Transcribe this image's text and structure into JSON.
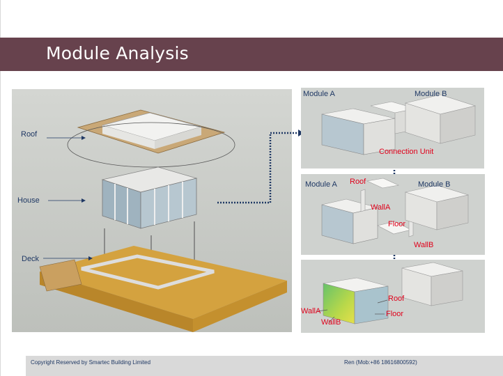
{
  "slide": {
    "title": "Module Analysis"
  },
  "main_diagram": {
    "labels": {
      "roof": "Roof",
      "house": "House",
      "deck": "Deck"
    }
  },
  "panel_a": {
    "module_a": "Module A",
    "module_b": "Module B",
    "connection_unit": "Connection Unit"
  },
  "panel_b": {
    "module_a": "Module A",
    "module_b": "Module B",
    "roof": "Roof",
    "wall_a": "WallA",
    "floor": "Floor",
    "wall_b": "WallB"
  },
  "panel_c": {
    "roof": "Roof",
    "wall_a": "WallA",
    "wall_b": "WallB",
    "floor": "Floor"
  },
  "footer": {
    "copyright": "Copyright Reserved by Smartec Building Limited",
    "contact": "Ren (Mob:+86 18616800592)"
  },
  "colors": {
    "title_bar": "#67424d",
    "arrow_navy": "#1f3864",
    "label_red": "#e0001a"
  }
}
